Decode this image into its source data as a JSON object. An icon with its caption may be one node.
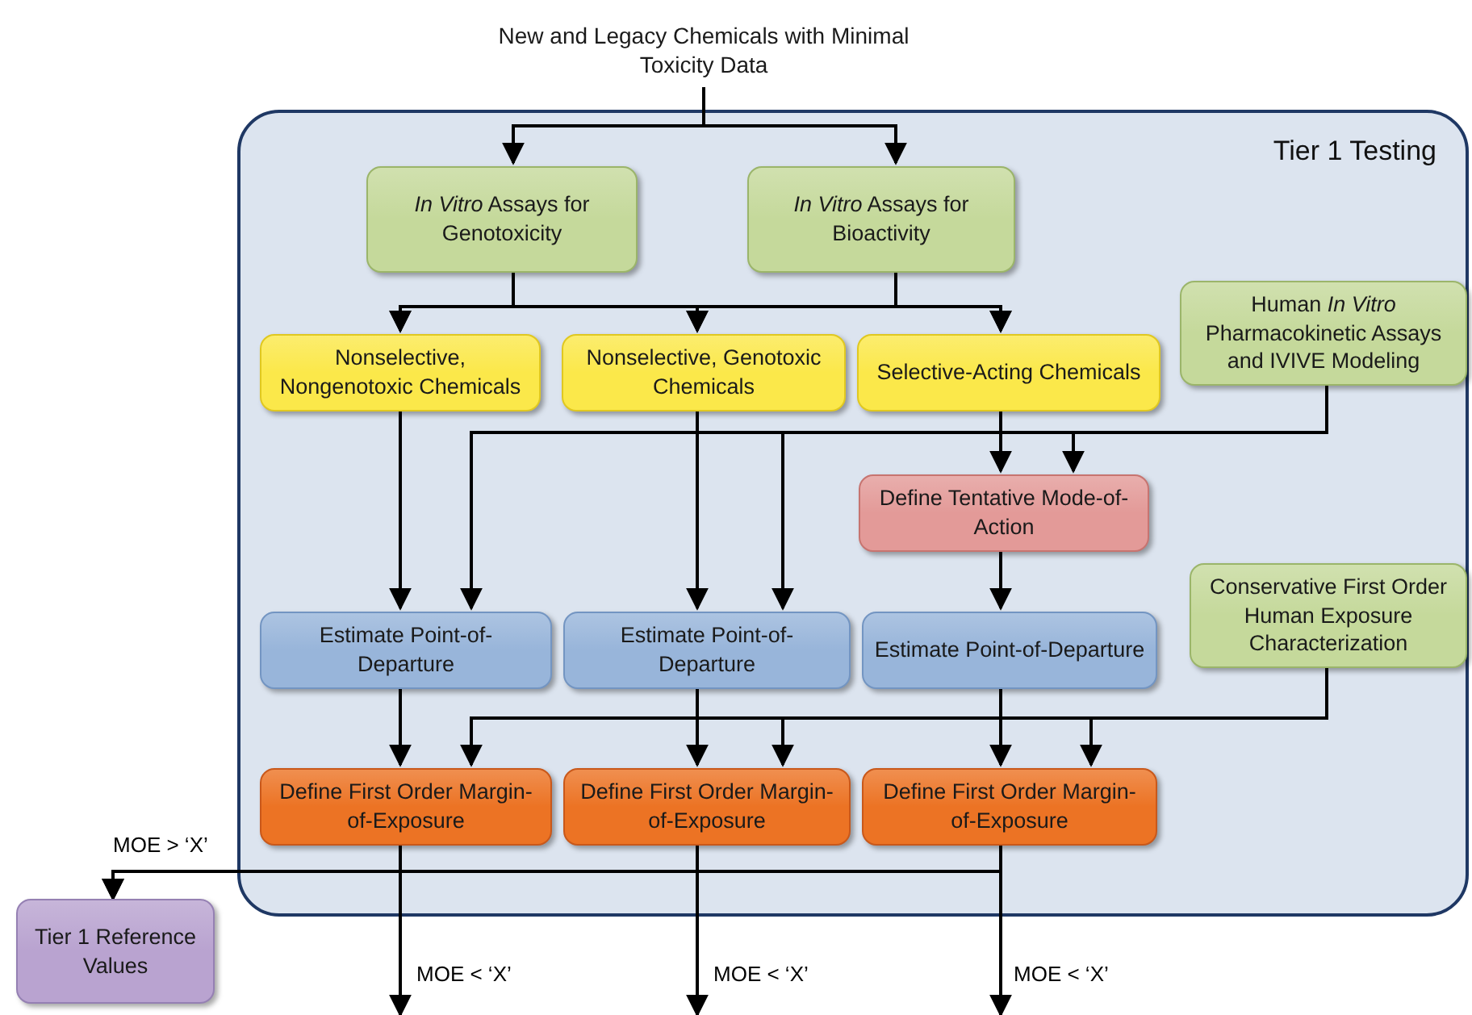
{
  "diagram": {
    "nodes": [
      {
        "text": [
          "Tier 1 Testing"
        ]
      },
      {
        "text": [
          "New and Legacy Chemicals with Minimal Toxicity Data"
        ]
      },
      {
        "text": [
          "*In Vitro* Assays for Genotoxicity"
        ],
        "in": 0
      },
      {
        "text": [
          "*In Vitro* Assays for Bioactivity"
        ],
        "in": 0
      },
      {
        "text": [
          "Nonselective, Nongenotoxic Chemicals"
        ],
        "in": 0
      },
      {
        "text": [
          "Nonselective, Genotoxic Chemicals"
        ],
        "in": 0
      },
      {
        "text": [
          "Selective-Acting Chemicals"
        ],
        "in": 0
      },
      {
        "text": [
          "Human *In Vitro* Pharmacokinetic Assays and IVIVE Modeling"
        ],
        "in": 0
      },
      {
        "text": [
          "Define Tentative Mode-of-Action"
        ],
        "in": 0
      },
      {
        "text": [
          "Conservative First Order Human Exposure Characterization"
        ],
        "in": 0
      },
      {
        "text": [
          "Estimate Point-of-Departure"
        ],
        "in": 0
      },
      {
        "text": [
          "Estimate Point-of-Departure"
        ],
        "in": 0
      },
      {
        "text": [
          "Estimate Point-of-Departure"
        ],
        "in": 0
      },
      {
        "text": [
          "Define First Order Margin-of-Exposure"
        ],
        "in": 0
      },
      {
        "text": [
          "Define First Order Margin-of-Exposure"
        ],
        "in": 0
      },
      {
        "text": [
          "Define First Order Margin-of-Exposure"
        ],
        "in": 0
      },
      {
        "text": [
          "Tier 1 Reference Values"
        ]
      }
    ],
    "edges": [
      {
        "from": 1,
        "to": 2,
        "arrow": "to"
      },
      {
        "from": 1,
        "to": 3,
        "arrow": "to"
      },
      {
        "from": 2,
        "to": 4,
        "arrow": "to"
      },
      {
        "from": 2,
        "to": 5,
        "arrow": "to"
      },
      {
        "from": 2,
        "to": 6,
        "arrow": "to"
      },
      {
        "from": 3,
        "to": 4,
        "arrow": "to"
      },
      {
        "from": 3,
        "to": 5,
        "arrow": "to"
      },
      {
        "from": 3,
        "to": 6,
        "arrow": "to"
      },
      {
        "from": 4,
        "to": 10,
        "arrow": "to"
      },
      {
        "from": 5,
        "to": 11,
        "arrow": "to"
      },
      {
        "from": 6,
        "to": 8,
        "arrow": "to"
      },
      {
        "from": 7,
        "to": 8,
        "arrow": "to"
      },
      {
        "from": 7,
        "to": 10,
        "arrow": "to"
      },
      {
        "from": 7,
        "to": 11,
        "arrow": "to"
      },
      {
        "from": 8,
        "to": 12,
        "arrow": "to"
      },
      {
        "from": 10,
        "to": 13,
        "arrow": "to"
      },
      {
        "from": 11,
        "to": 14,
        "arrow": "to"
      },
      {
        "from": 12,
        "to": 15,
        "arrow": "to"
      },
      {
        "from": 9,
        "to": 13,
        "arrow": "to"
      },
      {
        "from": 9,
        "to": 14,
        "arrow": "to"
      },
      {
        "from": 9,
        "to": 15,
        "arrow": "to"
      },
      {
        "from": 13,
        "to": 16,
        "arrow": "to",
        "label": "MOE > ‘X’"
      },
      {
        "from": 14,
        "to": 16,
        "arrow": "to"
      },
      {
        "from": 15,
        "to": 16,
        "arrow": "to"
      },
      {
        "from": 13,
        "to": null,
        "arrow": "to",
        "label": "MOE < ‘X’"
      },
      {
        "from": 14,
        "to": null,
        "arrow": "to",
        "label": "MOE < ‘X’"
      },
      {
        "from": 15,
        "to": null,
        "arrow": "to",
        "label": "MOE < ‘X’"
      }
    ]
  }
}
